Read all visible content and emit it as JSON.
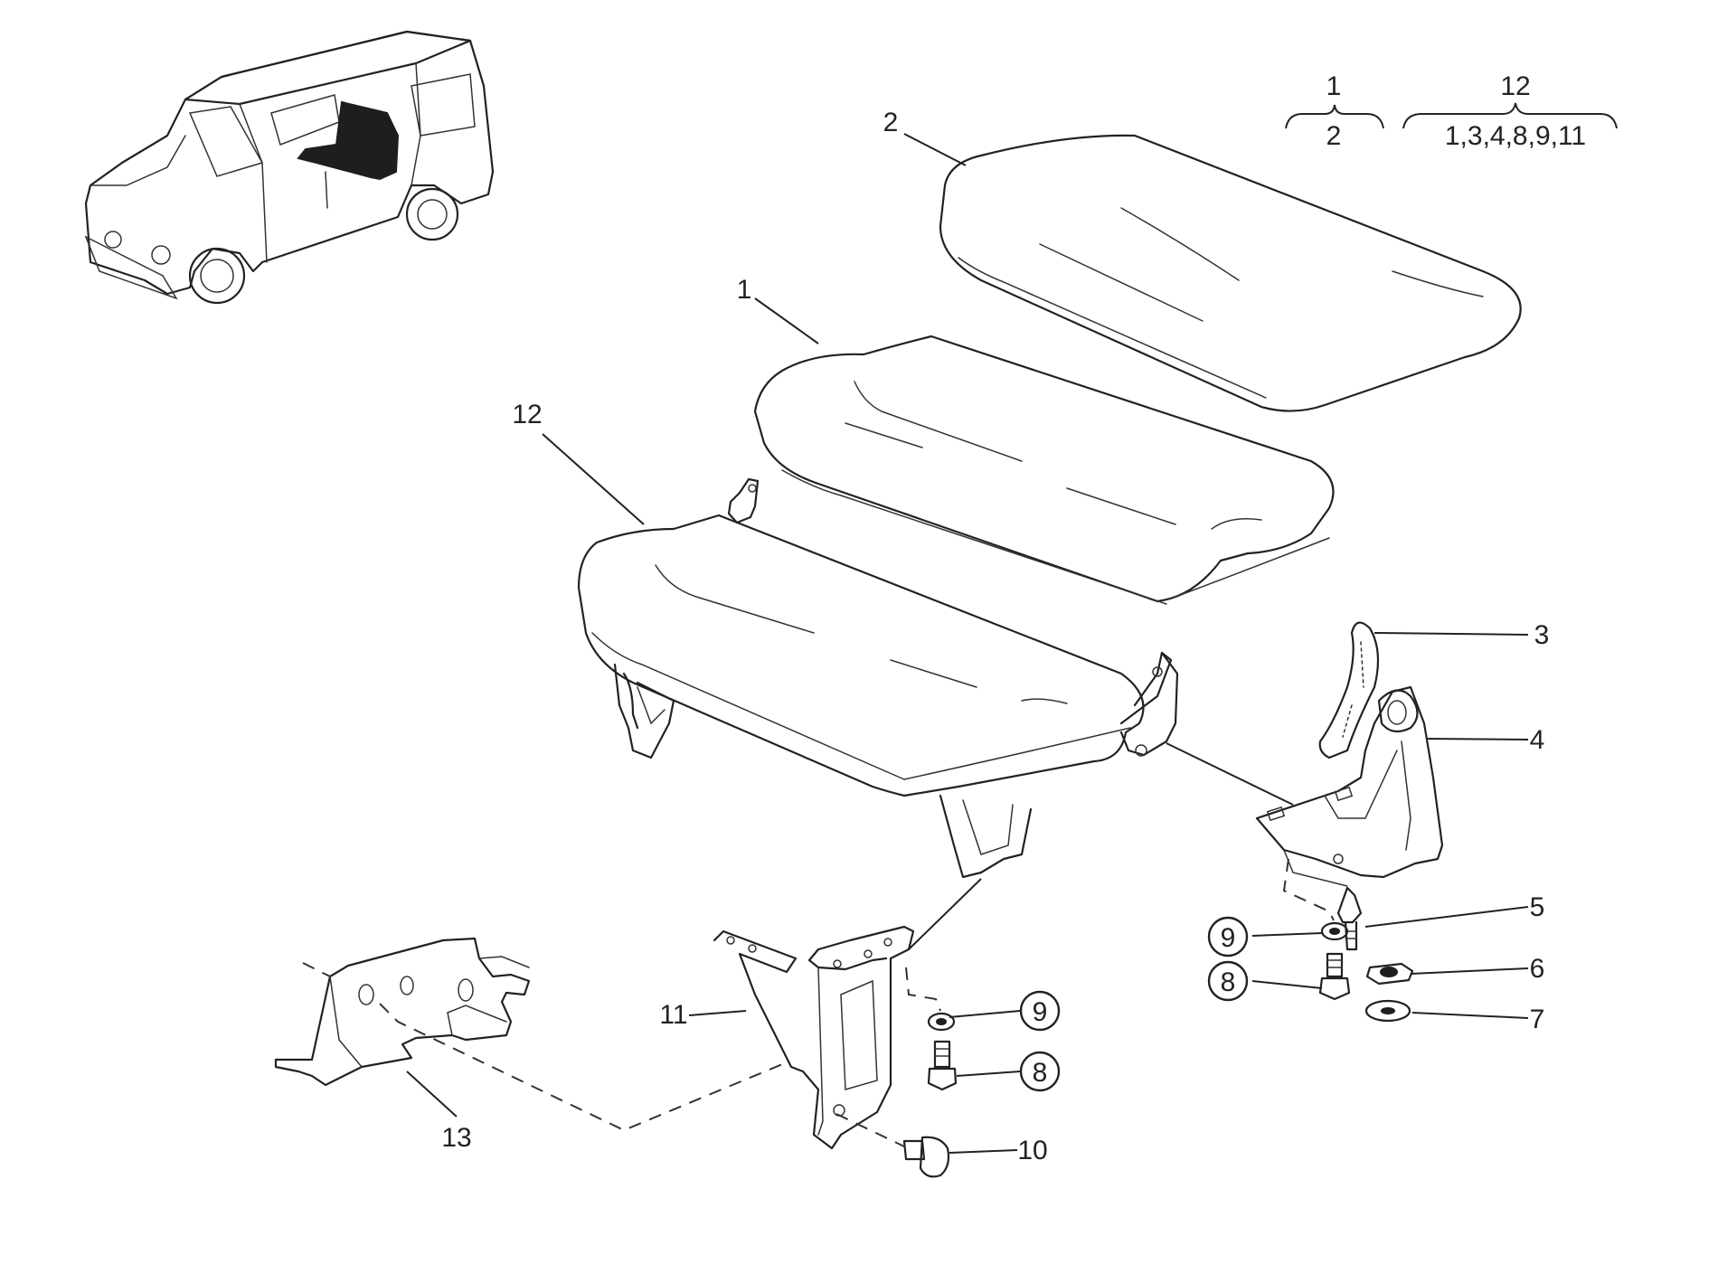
{
  "callouts": {
    "c1": "1",
    "c2": "2",
    "c3": "3",
    "c4": "4",
    "c5": "5",
    "c6": "6",
    "c7": "7",
    "c8a": "8",
    "c8b": "8",
    "c9a": "9",
    "c9b": "9",
    "c10": "10",
    "c11": "11",
    "c12": "12",
    "c13": "13"
  },
  "legend": {
    "left_top": "1",
    "left_bottom": "2",
    "right_top": "12",
    "right_bottom": "1,3,4,8,9,11"
  }
}
